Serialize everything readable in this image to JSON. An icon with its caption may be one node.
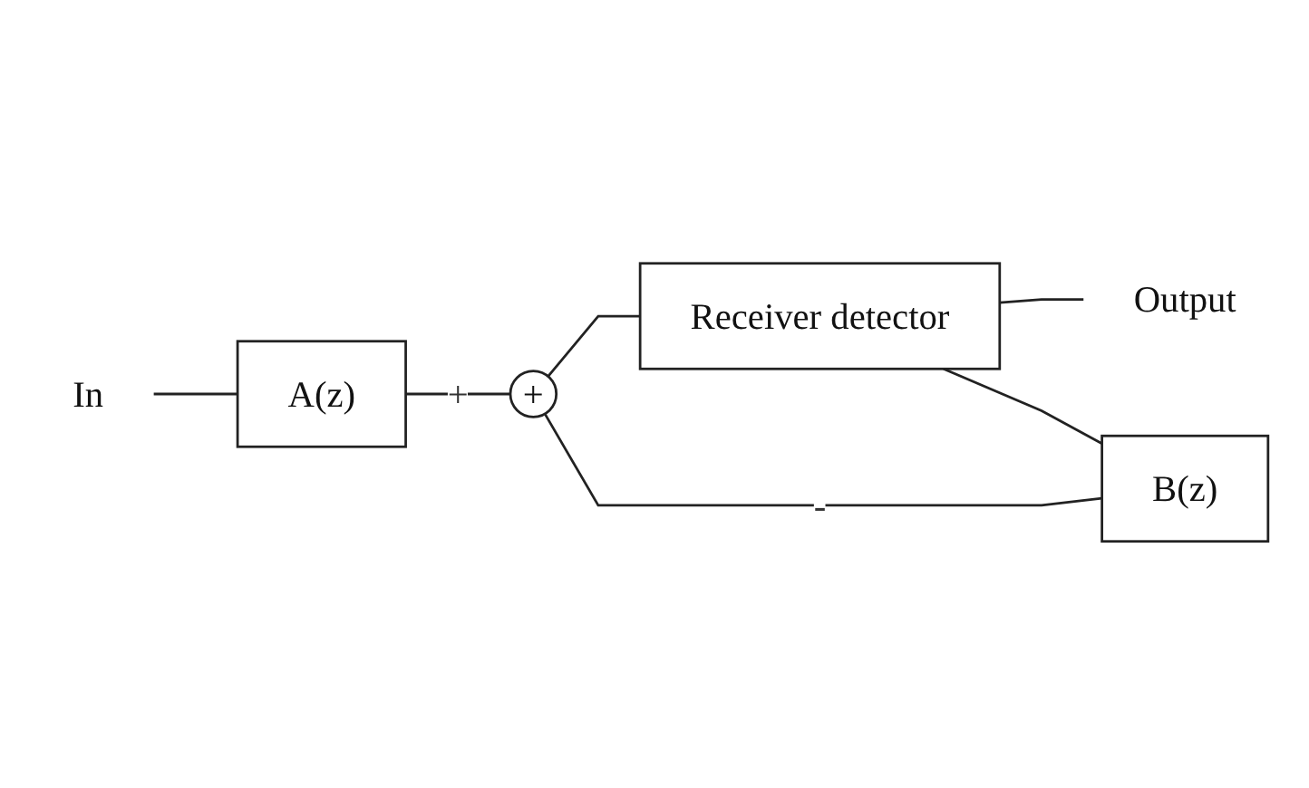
{
  "diagram": {
    "nodes": [
      {
        "text": [
          "In"
        ]
      },
      {
        "text": [
          "A(z)"
        ]
      },
      {
        "text": [
          "+"
        ]
      },
      {
        "text": [
          "Receiver detector"
        ]
      },
      {
        "text": [
          "Output"
        ]
      },
      {
        "text": [
          "B(z)"
        ]
      }
    ],
    "edges": [
      {
        "from": 0,
        "to": 1,
        "arrow": "none"
      },
      {
        "from": 1,
        "to": 2,
        "arrow": "none",
        "label": "+"
      },
      {
        "from": 2,
        "to": 3,
        "arrow": "none"
      },
      {
        "from": 3,
        "to": 4,
        "arrow": "none"
      },
      {
        "from": 3,
        "to": 5,
        "arrow": "none"
      },
      {
        "from": 5,
        "to": 2,
        "arrow": "none",
        "label": "-"
      }
    ]
  }
}
